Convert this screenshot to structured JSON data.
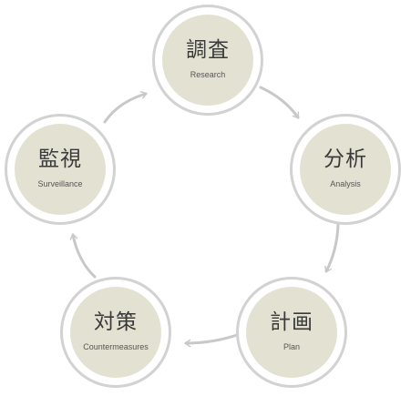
{
  "nodes": [
    {
      "id": "research",
      "title": "調査",
      "subtitle": "Research"
    },
    {
      "id": "analysis",
      "title": "分析",
      "subtitle": "Analysis"
    },
    {
      "id": "plan",
      "title": "計画",
      "subtitle": "Plan"
    },
    {
      "id": "countermeasures",
      "title": "対策",
      "subtitle": "Countermeasures"
    },
    {
      "id": "surveillance",
      "title": "監視",
      "subtitle": "Surveillance"
    }
  ],
  "colors": {
    "ring": "#d2d2d2",
    "fill": "#e3e2d2",
    "arrow": "#c8c8c8",
    "text": "#3a3a3a"
  }
}
